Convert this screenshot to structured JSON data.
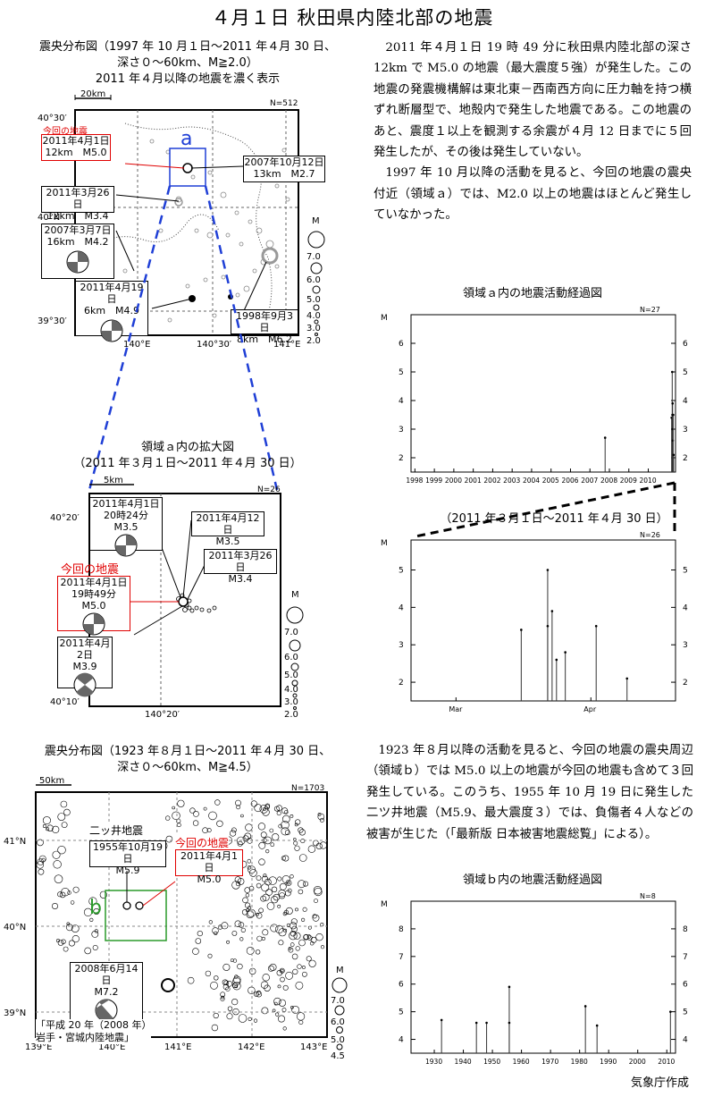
{
  "title": "４月１日 秋田県内陸北部の地震",
  "map1": {
    "caption_line1": "震央分布図（1997 年 10 月１日～2011 年４月 30 日、",
    "caption_line2": "深さ０～60km、M≧2.0）",
    "caption_line3": "2011 年４月以降の地震を濃く表示",
    "scale": "20km",
    "count": "N=512",
    "lat_top": "40°30′",
    "lat_mid": "40°N",
    "lat_bot": "39°30′",
    "lon_1": "140°E",
    "lon_2": "140°30′",
    "lon_3": "141°E",
    "region_label": "a",
    "current_label": "今回の地震",
    "eq_current": {
      "date": "2011年4月1日",
      "info": "12km　M5.0"
    },
    "eq_2007a": {
      "date": "2007年10月12日",
      "info": "13km　M2.7"
    },
    "eq_2011mar": {
      "date": "2011年3月26日",
      "info": "12km　M3.4"
    },
    "eq_2007b": {
      "date": "2007年3月7日",
      "info": "16km　M4.2"
    },
    "eq_2011apr19": {
      "date": "2011年4月19日",
      "info": "6km　M4.9"
    },
    "eq_1998": {
      "date": "1998年9月3日",
      "info": "8km　M6.2"
    },
    "legend_m": "M",
    "legend_vals": [
      "7.0",
      "6.0",
      "5.0",
      "4.0",
      "3.0",
      "2.0"
    ]
  },
  "zoom": {
    "caption_line1": "領域ａ内の拡大図",
    "caption_line2": "（2011 年３月１日～2011 年４月 30 日）",
    "scale": "5km",
    "count": "N=26",
    "lat_top": "40°20′",
    "lat_bot": "40°10′",
    "lon": "140°20′",
    "current_label": "今回の地震",
    "eq_a": {
      "date": "2011年4月1日",
      "info": "20時24分 M3.5"
    },
    "eq_b": {
      "date": "2011年4月12日",
      "info": "M3.5"
    },
    "eq_c": {
      "date": "2011年3月26日",
      "info": "M3.4"
    },
    "eq_current": {
      "date": "2011年4月1日",
      "info": "19時49分 M5.0"
    },
    "eq_d": {
      "date": "2011年4月2日",
      "info": "M3.9"
    },
    "legend_m": "M",
    "legend_vals": [
      "7.0",
      "6.0",
      "5.0",
      "4.0",
      "3.0",
      "2.0"
    ]
  },
  "text1": {
    "p1": "2011 年４月１日 19 時 49 分に秋田県内陸北部の深さ 12km で M5.0 の地震（最大震度５強）が発生した。この地震の発震機構解は東北東－西南西方向に圧力軸を持つ横ずれ断層型で、地殻内で発生した地震である。この地震のあと、震度１以上を観測する余震が４月 12 日までに５回発生したが、その後は発生していない。",
    "p2": "1997 年 10 月以降の活動を見ると、今回の地震の震央付近（領域ａ）では、M2.0 以上の地震はほとんど発生していなかった。"
  },
  "chart_a": {
    "caption": "領域ａ内の地震活動経過図",
    "count": "N=27",
    "ylabel": "M",
    "x_ticks": [
      "1998",
      "1999",
      "2000",
      "2001",
      "2002",
      "2003",
      "2004",
      "2005",
      "2006",
      "2007",
      "2008",
      "2009",
      "2010"
    ],
    "y_ticks": [
      "2",
      "3",
      "4",
      "5",
      "6"
    ]
  },
  "chart_a2": {
    "caption": "（2011 年３月１日～2011 年４月 30 日）",
    "count": "N=26",
    "ylabel": "M",
    "x_ticks": [
      "Mar",
      "Apr"
    ],
    "y_ticks": [
      "2",
      "3",
      "4",
      "5"
    ]
  },
  "map2": {
    "caption_line1": "震央分布図（1923 年８月１日～2011 年４月 30 日、",
    "caption_line2": "深さ０～60km、M≧4.5）",
    "scale": "50km",
    "count": "N=1703",
    "lat_1": "41°N",
    "lat_2": "40°N",
    "lat_3": "39°N",
    "lon_1": "139°E",
    "lon_2": "140°E",
    "lon_3": "141°E",
    "lon_4": "142°E",
    "lon_5": "143°E",
    "region_label": "b",
    "futatsui_label": "二ッ井地震",
    "eq_1955": {
      "date": "1955年10月19日",
      "info": "M5.9"
    },
    "current_label": "今回の地震",
    "eq_current": {
      "date": "2011年4月1日",
      "info": "M5.0"
    },
    "eq_2008": {
      "date": "2008年6月14日",
      "info": "M7.2"
    },
    "note_line1": "「平成 20 年（2008 年）",
    "note_line2": "岩手・宮城内陸地震」",
    "legend_m": "M",
    "legend_vals": [
      "7.0",
      "6.0",
      "5.0",
      "4.5"
    ]
  },
  "text2": {
    "p1": "1923 年８月以降の活動を見ると、今回の地震の震央周辺（領域ｂ）では M5.0 以上の地震が今回の地震も含めて３回発生している。このうち、1955 年 10 月 19 日に発生した二ツ井地震（M5.9、最大震度３）では、負傷者４人などの被害が生じた（「最新版 日本被害地震総覧」による）。"
  },
  "chart_b": {
    "caption": "領域ｂ内の地震活動経過図",
    "count": "N=8",
    "ylabel": "M",
    "x_ticks": [
      "1930",
      "1940",
      "1950",
      "1960",
      "1970",
      "1980",
      "1990",
      "2000",
      "2010"
    ],
    "y_ticks": [
      "4",
      "5",
      "6",
      "7",
      "8"
    ]
  },
  "credit": "気象庁作成",
  "chart_data": [
    {
      "type": "scatter",
      "title": "領域ａ内の地震活動経過図",
      "ylabel": "M",
      "x": [
        2007.78,
        2011.2,
        2011.23,
        2011.24,
        2011.25,
        2011.25,
        2011.26,
        2011.28,
        2011.3
      ],
      "y": [
        2.7,
        3.4,
        5.0,
        3.5,
        3.9,
        3.0,
        2.6,
        3.5,
        2.1
      ],
      "ylim": [
        1.5,
        7
      ]
    },
    {
      "type": "scatter",
      "title": "",
      "ylabel": "M",
      "x": [
        "2011-03-26",
        "2011-04-01",
        "2011-04-01",
        "2011-04-02",
        "2011-04-03",
        "2011-04-05",
        "2011-04-12",
        "2011-04-19"
      ],
      "y": [
        3.4,
        5.0,
        3.5,
        3.9,
        2.6,
        2.8,
        3.5,
        2.1
      ],
      "ylim": [
        1.5,
        5.8
      ]
    },
    {
      "type": "scatter",
      "title": "領域ｂ内の地震活動経過図",
      "ylabel": "M",
      "x": [
        1932.5,
        1944.5,
        1948,
        1955.8,
        1955.8,
        1982,
        1986,
        2011.25
      ],
      "y": [
        4.7,
        4.6,
        4.6,
        5.9,
        4.6,
        5.2,
        4.5,
        5.0
      ],
      "ylim": [
        3.5,
        9
      ]
    }
  ]
}
